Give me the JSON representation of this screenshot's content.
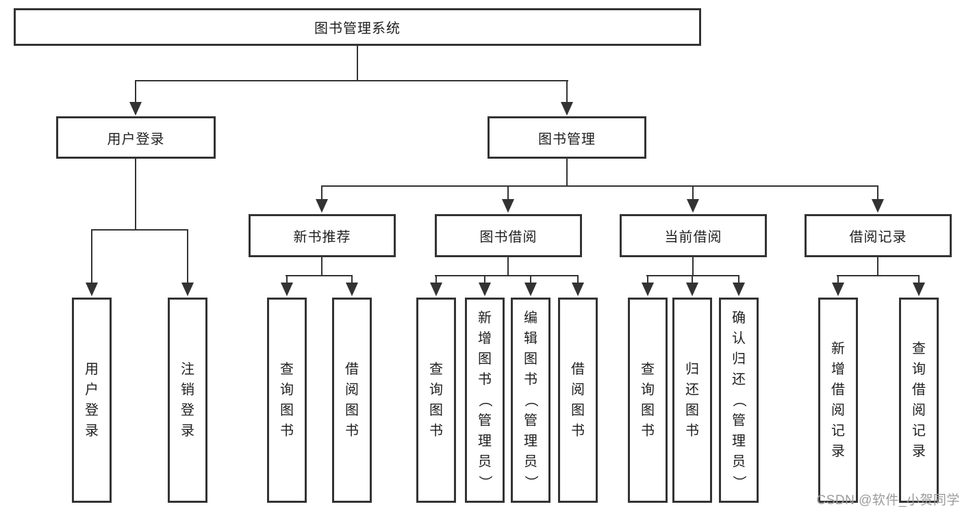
{
  "colors": {
    "line": "#333333",
    "text": "#1f1f1f",
    "background": "#ffffff",
    "watermark": "#9b9b9b"
  },
  "watermark": "CSDN @软件_小贺同学",
  "tree": {
    "label": "图书管理系统",
    "children": [
      {
        "label": "用户登录",
        "children": [
          {
            "label": "用户登录"
          },
          {
            "label": "注销登录"
          }
        ]
      },
      {
        "label": "图书管理",
        "children": [
          {
            "label": "新书推荐",
            "children": [
              {
                "label": "查询图书"
              },
              {
                "label": "借阅图书"
              }
            ]
          },
          {
            "label": "图书借阅",
            "children": [
              {
                "label": "查询图书"
              },
              {
                "label": "新增图书（管理员）"
              },
              {
                "label": "编辑图书（管理员）"
              },
              {
                "label": "借阅图书"
              }
            ]
          },
          {
            "label": "当前借阅",
            "children": [
              {
                "label": "查询图书"
              },
              {
                "label": "归还图书"
              },
              {
                "label": "确认归还（管理员）"
              }
            ]
          },
          {
            "label": "借阅记录",
            "children": [
              {
                "label": "新增借阅记录"
              },
              {
                "label": "查询借阅记录"
              }
            ]
          }
        ]
      }
    ]
  }
}
